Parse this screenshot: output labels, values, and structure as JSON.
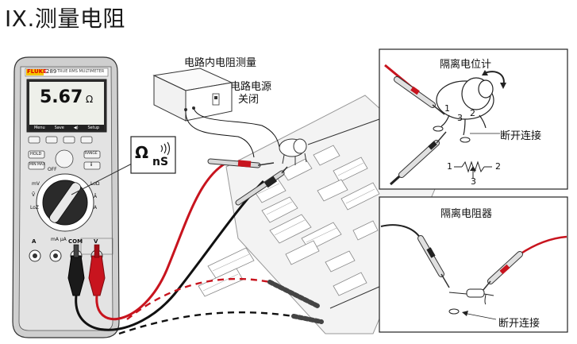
{
  "title": "IX.测量电阻",
  "meter": {
    "brand": "FLUKE",
    "model": "289",
    "model_desc": "TRUE RMS MULTIMETER",
    "reading": "5.67",
    "unit": "Ω",
    "softkeys": [
      "Menu",
      "Save",
      "◀)",
      "Setup"
    ],
    "buttons": {
      "hold": "HOLD",
      "minmax": "MIN MAX",
      "range": "RANGE",
      "info": "i"
    },
    "dial_labels": {
      "off": "OFF",
      "mv": "mV",
      "v_ac": "Ṽ",
      "loz": "LoZ",
      "lo_ohm": "LoΩ",
      "a_ac": "Ã",
      "a_dc": "A"
    },
    "jacks": {
      "a": "A",
      "ma": "mA\nμA",
      "com": "COM",
      "v": "V"
    }
  },
  "callout_symbols": {
    "ohm": "Ω",
    "ns": "nS"
  },
  "labels": {
    "in_circuit": "电路内电阻测量",
    "power_off_1": "电路电源",
    "power_off_2": "关闭",
    "isolate_pot": "隔离电位计",
    "break_connection_1": "断开连接",
    "isolate_resistor": "隔离电阻器",
    "break_connection_2": "断开连接"
  },
  "pot_pins": [
    "1",
    "2",
    "3"
  ],
  "resistor_symbol": {
    "left": "1",
    "right": "2",
    "bottom": "3"
  },
  "colors": {
    "red_lead": "#c8141e",
    "black_lead": "#111111",
    "board_fill": "#f4f4f4",
    "meter_body": "#dadada",
    "lcd": "#eef0ea"
  }
}
